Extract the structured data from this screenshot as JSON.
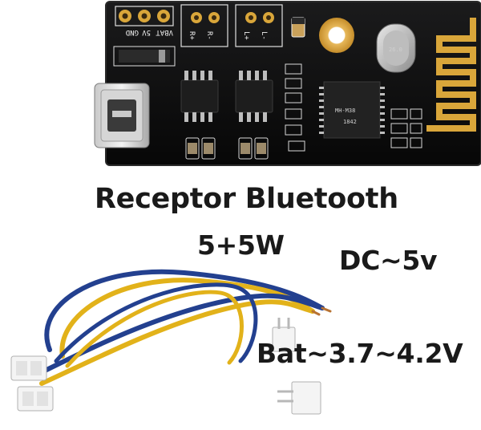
{
  "captions": {
    "title": "Receptor Bluetooth",
    "power": "5+5W",
    "supply": "DC~5v",
    "battery": "Bat~3.7~4.2V"
  },
  "board": {
    "pads_left": [
      "VBAT",
      "5V",
      "GND"
    ],
    "right_channel": [
      "R+",
      "R-"
    ],
    "left_channel": [
      "L+",
      "L-"
    ],
    "main_chip": "MH-M38",
    "chip_code": "1842",
    "crystal": "26.0"
  },
  "colors": {
    "pcb": "#0f0f10",
    "gold": "#d9a63a",
    "wire_yellow": "#e2b21a",
    "wire_blue": "#23408f",
    "connector": "#f4f4f4"
  }
}
